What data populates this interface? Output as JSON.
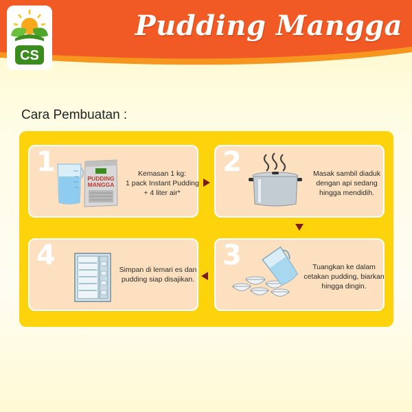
{
  "header": {
    "title": "Pudding Mangga",
    "logo_text": "CS"
  },
  "section": {
    "heading": "Cara Pembuatan :"
  },
  "steps": [
    {
      "number": "1",
      "lines": [
        "Kemasan 1 kg:",
        "1 pack Instant Pudding",
        "+ 4 liter air*"
      ],
      "package_label_line1": "PUDDING",
      "package_label_line2": "MANGGA"
    },
    {
      "number": "2",
      "lines": [
        "Masak sambil diaduk",
        "dengan api sedang",
        "hingga mendidih."
      ]
    },
    {
      "number": "3",
      "lines": [
        "Tuangkan ke dalam",
        "cetakan pudding, biarkan",
        "hingga dingin."
      ]
    },
    {
      "number": "4",
      "lines": [
        "Simpan di lemari es dan",
        "pudding siap disajikan."
      ]
    }
  ],
  "colors": {
    "banner": "#f15a24",
    "panel": "#fdd40b",
    "card": "#fde0bf",
    "arrow": "#7a1e12"
  },
  "icons": [
    "measuring-jug-icon",
    "pudding-package-icon",
    "cooking-pot-icon",
    "pouring-jug-icon",
    "bowls-icon",
    "refrigerator-icon"
  ]
}
